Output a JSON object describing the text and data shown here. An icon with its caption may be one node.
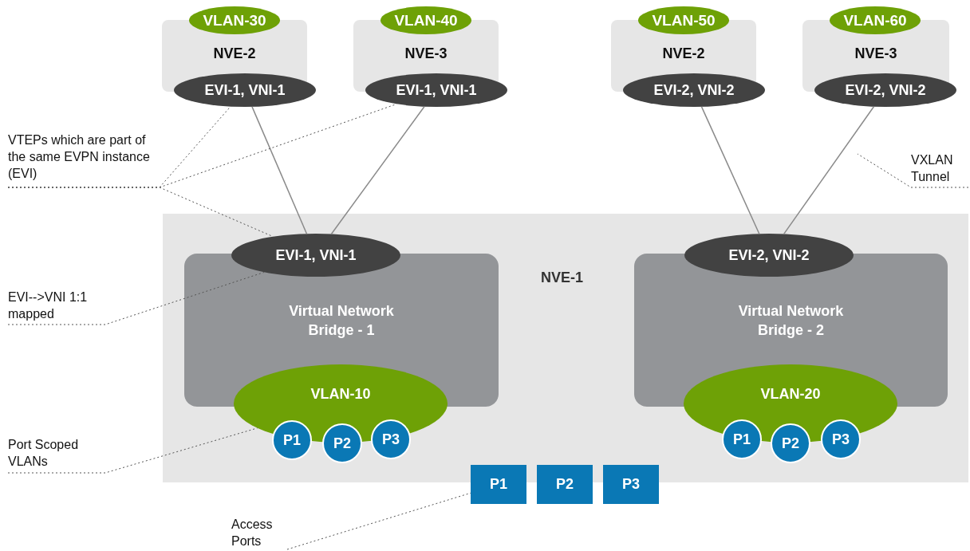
{
  "diagram": {
    "nodes": [
      {
        "text": [
          "NVE-2"
        ]
      },
      {
        "text": [
          "VLAN-30"
        ]
      },
      {
        "text": [
          "EVI-1, VNI-1"
        ]
      },
      {
        "text": [
          "NVE-3"
        ]
      },
      {
        "text": [
          "VLAN-40"
        ]
      },
      {
        "text": [
          "EVI-1, VNI-1"
        ]
      },
      {
        "text": [
          "NVE-2"
        ]
      },
      {
        "text": [
          "VLAN-50"
        ]
      },
      {
        "text": [
          "EVI-2, VNI-2"
        ]
      },
      {
        "text": [
          "NVE-3"
        ]
      },
      {
        "text": [
          "VLAN-60"
        ]
      },
      {
        "text": [
          "EVI-2, VNI-2"
        ]
      },
      {
        "text": [
          "VTEPs which are part of the same EVPN instance (EVI)"
        ]
      },
      {
        "text": [
          "VXLAN Tunnel"
        ]
      },
      {
        "text": [
          "NVE-1"
        ]
      },
      {
        "text": [
          "Virtual Network Bridge - 1"
        ],
        "in": 14
      },
      {
        "text": [
          "EVI-1, VNI-1"
        ],
        "in": 14
      },
      {
        "text": [
          "VLAN-10"
        ],
        "in": 14
      },
      {
        "text": [
          "P1"
        ],
        "in": 14
      },
      {
        "text": [
          "P2"
        ],
        "in": 14
      },
      {
        "text": [
          "P3"
        ],
        "in": 14
      },
      {
        "text": [
          "Virtual Network Bridge - 2"
        ],
        "in": 14
      },
      {
        "text": [
          "EVI-2, VNI-2"
        ],
        "in": 14
      },
      {
        "text": [
          "VLAN-20"
        ],
        "in": 14
      },
      {
        "text": [
          "P1"
        ],
        "in": 14
      },
      {
        "text": [
          "P2"
        ],
        "in": 14
      },
      {
        "text": [
          "P3"
        ],
        "in": 14
      },
      {
        "text": [
          "EVI-->VNI 1:1 mapped"
        ]
      },
      {
        "text": [
          "Port Scoped VLANs"
        ]
      },
      {
        "text": [
          "P1"
        ]
      },
      {
        "text": [
          "P2"
        ]
      },
      {
        "text": [
          "P3"
        ]
      },
      {
        "text": [
          "Access Ports"
        ]
      }
    ],
    "edges": [
      {
        "from": 2,
        "to": 16,
        "arrow": "none"
      },
      {
        "from": 5,
        "to": 16,
        "arrow": "none"
      },
      {
        "from": 8,
        "to": 22,
        "arrow": "none"
      },
      {
        "from": 11,
        "to": 22,
        "arrow": "none"
      },
      {
        "from": 12,
        "to": 2,
        "arrow": "none",
        "style": "dashed"
      },
      {
        "from": 12,
        "to": 5,
        "arrow": "none",
        "style": "dashed"
      },
      {
        "from": 12,
        "to": 16,
        "arrow": "none",
        "style": "dashed"
      },
      {
        "from": 13,
        "to": null,
        "arrow": "none",
        "style": "dashed"
      },
      {
        "from": 27,
        "to": 16,
        "arrow": "none",
        "style": "dashed"
      },
      {
        "from": 28,
        "to": 17,
        "arrow": "none",
        "style": "dashed"
      },
      {
        "from": 32,
        "to": 29,
        "arrow": "none",
        "style": "dashed"
      }
    ]
  }
}
